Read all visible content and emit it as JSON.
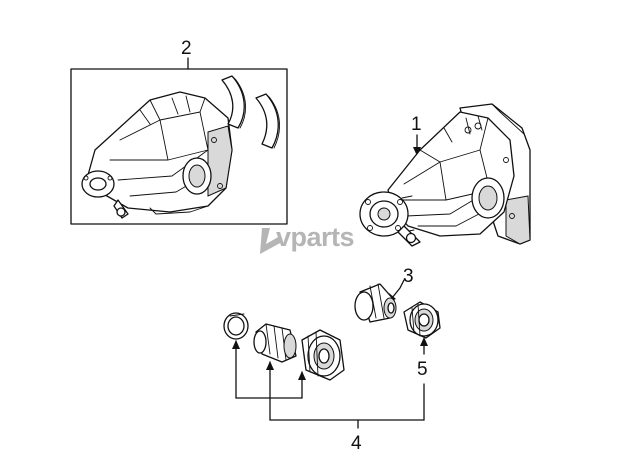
{
  "callouts": {
    "c1": "1",
    "c2": "2",
    "c3": "3",
    "c4": "4",
    "c5": "5"
  },
  "watermark": {
    "text": "vparts"
  },
  "colors": {
    "line": "#111111",
    "watermark": "#b5b5b5",
    "background": "#ffffff"
  }
}
